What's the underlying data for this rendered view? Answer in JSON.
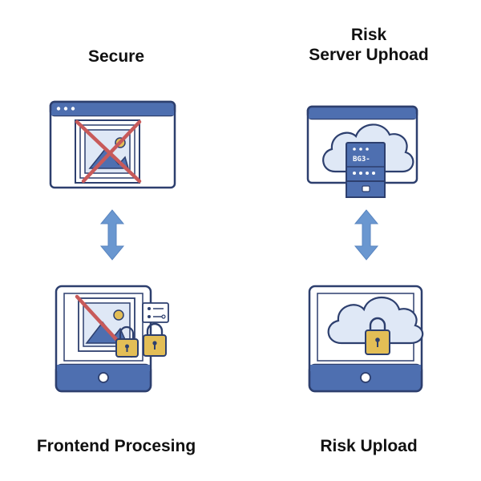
{
  "labels": {
    "top_left": "Secure",
    "top_right_line1": "Risk",
    "top_right_line2": "Server Uphoad",
    "bottom_left": "Frontend Procesing",
    "bottom_right": "Risk Upload"
  },
  "server_text": "BG3-",
  "colors": {
    "outline": "#2d3f6e",
    "blue": "#4e6fb0",
    "light_blue": "#dfe8f6",
    "arrow": "#6a97d0",
    "cross": "#c85a5a",
    "lock": "#e3be56"
  }
}
